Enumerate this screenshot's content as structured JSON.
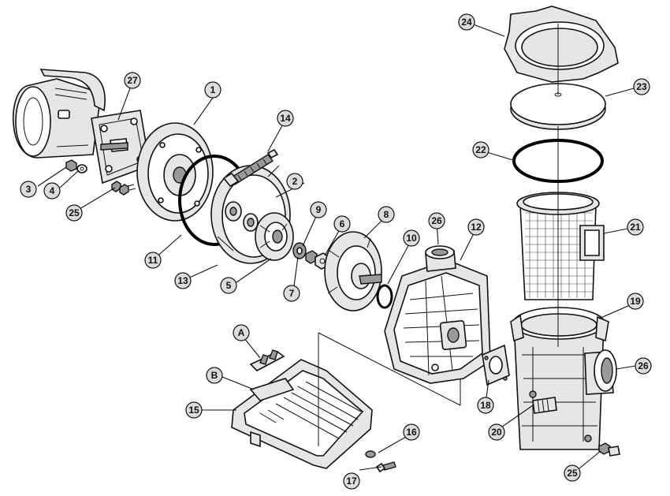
{
  "callouts": [
    {
      "id": "c1",
      "label": "1"
    },
    {
      "id": "c2",
      "label": "2"
    },
    {
      "id": "c3",
      "label": "3"
    },
    {
      "id": "c4",
      "label": "4"
    },
    {
      "id": "c5",
      "label": "5"
    },
    {
      "id": "c6",
      "label": "6"
    },
    {
      "id": "c7",
      "label": "7"
    },
    {
      "id": "c8",
      "label": "8"
    },
    {
      "id": "c9",
      "label": "9"
    },
    {
      "id": "c10",
      "label": "10"
    },
    {
      "id": "c11",
      "label": "11"
    },
    {
      "id": "c12",
      "label": "12"
    },
    {
      "id": "c13",
      "label": "13"
    },
    {
      "id": "c14",
      "label": "14"
    },
    {
      "id": "c15",
      "label": "15"
    },
    {
      "id": "c16",
      "label": "16"
    },
    {
      "id": "c17",
      "label": "17"
    },
    {
      "id": "c18",
      "label": "18"
    },
    {
      "id": "c19",
      "label": "19"
    },
    {
      "id": "c20",
      "label": "20"
    },
    {
      "id": "c21",
      "label": "21"
    },
    {
      "id": "c22",
      "label": "22"
    },
    {
      "id": "c23",
      "label": "23"
    },
    {
      "id": "c24",
      "label": "24"
    },
    {
      "id": "c25a",
      "label": "25"
    },
    {
      "id": "c25b",
      "label": "25"
    },
    {
      "id": "c26a",
      "label": "26"
    },
    {
      "id": "c26b",
      "label": "26"
    },
    {
      "id": "c27",
      "label": "27"
    },
    {
      "id": "cA",
      "label": "A"
    },
    {
      "id": "cB",
      "label": "B"
    }
  ],
  "colors": {
    "line": "#111111",
    "callout_fill": "#dcdcdc",
    "part_fill": "#e6e6e6",
    "background": "#ffffff"
  }
}
